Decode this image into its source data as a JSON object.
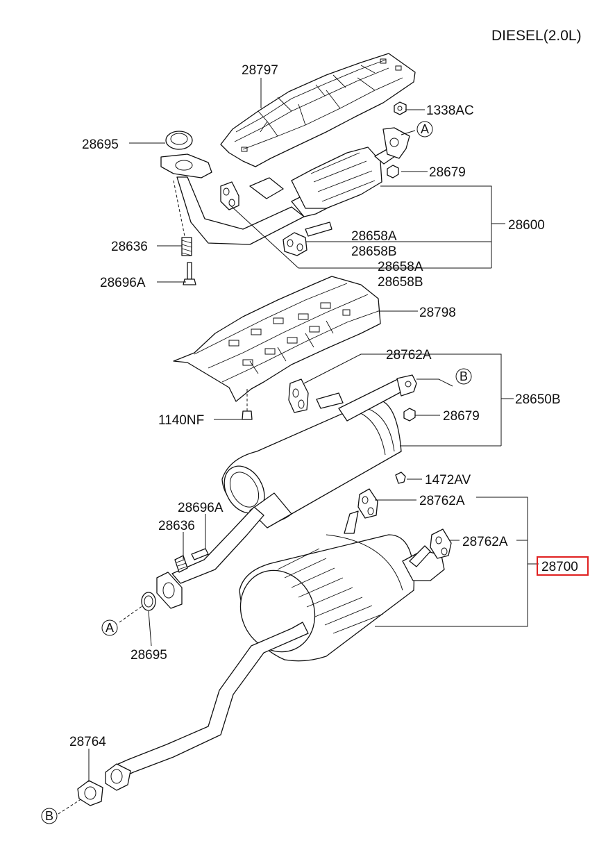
{
  "engine_title": "DIESEL(2.0L)",
  "labels": {
    "p28797": "28797",
    "p1338AC": "1338AC",
    "p28695_top": "28695",
    "p28679_top": "28679",
    "p28600": "28600",
    "p28636_top": "28636",
    "p28658A_1": "28658A",
    "p28658B_1": "28658B",
    "p28658A_2": "28658A",
    "p28658B_2": "28658B",
    "p28696A_top": "28696A",
    "p28798": "28798",
    "p28762A_top": "28762A",
    "p28650B": "28650B",
    "p28679_mid": "28679",
    "p1140NF": "1140NF",
    "p1472AV": "1472AV",
    "p28762A_mid": "28762A",
    "p28696A_mid": "28696A",
    "p28636_mid": "28636",
    "p28762A_right": "28762A",
    "p28700": "28700",
    "p28695_bot": "28695",
    "p28764": "28764"
  },
  "connectors": {
    "a_top": "A",
    "b_mid": "B",
    "a_low": "A",
    "b_bot": "B"
  },
  "highlight_color": "#e02020"
}
